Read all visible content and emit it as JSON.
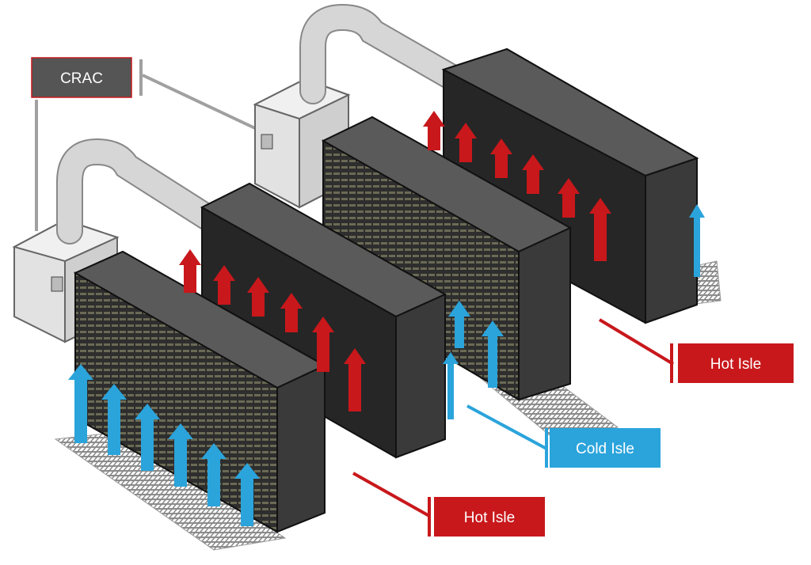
{
  "labels": {
    "crac": "CRAC",
    "hot_isle_right": "Hot Isle",
    "cold_isle": "Cold Isle",
    "hot_isle_bottom": "Hot Isle"
  },
  "colors": {
    "hot": "#c8181c",
    "cold": "#2ba4dc",
    "crac_box": "#555555",
    "crac_border": "#c8181c",
    "rack_front": "#3a3a3a",
    "rack_side": "#262626",
    "rack_top": "#5a5a5a",
    "duct": "#d6d6d6",
    "crac_unit": "#e2e2e2",
    "leader": "#a0a0a0"
  },
  "icons": [
    "crac-unit-icon",
    "server-rack-icon",
    "air-duct-icon",
    "airflow-arrow-icon",
    "floor-grate-icon"
  ]
}
